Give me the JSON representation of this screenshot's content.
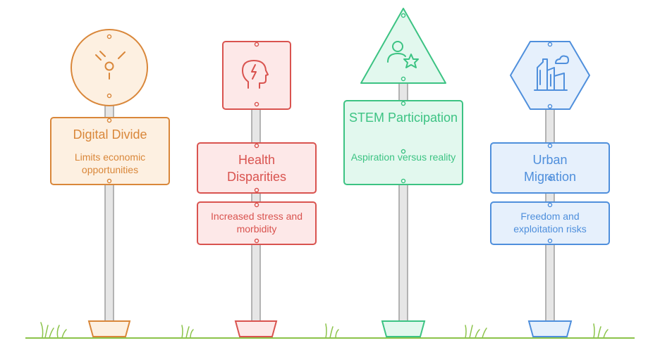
{
  "posts": [
    {
      "id": "digital-divide",
      "title": "Digital Divide",
      "description": "Limits economic opportunities",
      "icon": "network-icon",
      "color": "#d9873a",
      "fill": "#fdf0e1",
      "shape": "circle"
    },
    {
      "id": "health-disparities",
      "title": "Health Disparities",
      "description": "Increased stress and morbidity",
      "icon": "stressed-head-icon",
      "color": "#d9534f",
      "fill": "#fde8e8",
      "shape": "square"
    },
    {
      "id": "stem-participation",
      "title": "STEM Participation",
      "description": "Aspiration versus reality",
      "icon": "person-star-icon",
      "color": "#3cc383",
      "fill": "#e2f8ee",
      "shape": "triangle"
    },
    {
      "id": "urban-migration",
      "title": "Urban Migration",
      "description": "Freedom and exploitation risks",
      "icon": "city-icon",
      "color": "#4f8fdc",
      "fill": "#e6f0fc",
      "shape": "hexagon"
    }
  ],
  "ground_color": "#8bc34a"
}
